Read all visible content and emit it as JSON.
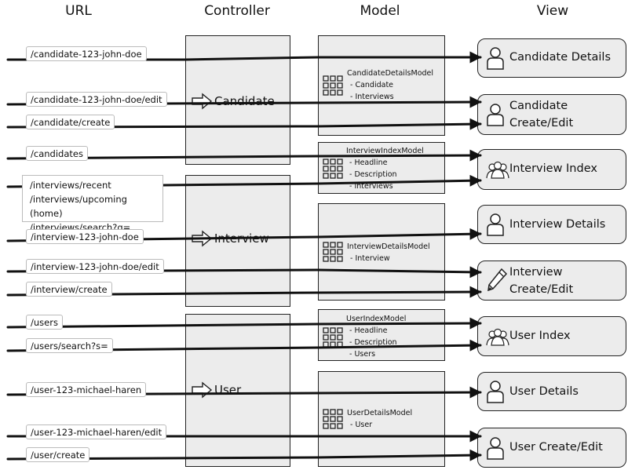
{
  "headers": {
    "url": "URL",
    "controller": "Controller",
    "model": "Model",
    "view": "View"
  },
  "urls": {
    "candidate_details": "/candidate-123-john-doe",
    "candidate_edit": "/candidate-123-john-doe/edit",
    "candidate_create": "/candidate/create",
    "candidates": "/candidates",
    "interviews_recent": "/interviews/recent",
    "interviews_upcoming": "/interviews/upcoming (home)",
    "interviews_search": "/interviews/search?q=",
    "interview_details": "/interview-123-john-doe",
    "interview_edit": "/interview-123-john-doe/edit",
    "interview_create": "/interview/create",
    "users": "/users",
    "users_search": "/users/search?s=",
    "user_details": "/user-123-michael-haren",
    "user_edit": "/user-123-michael-haren/edit",
    "user_create": "/user/create"
  },
  "controllers": {
    "candidate": "Candidate",
    "interview": "Interview",
    "user": "User"
  },
  "models": {
    "candidate_details": {
      "name": "CandidateDetailsModel",
      "fields": [
        "- Candidate",
        "- Interviews"
      ]
    },
    "interview_index": {
      "name": "InterviewIndexModel",
      "fields": [
        "- Headline",
        "- Description",
        "- Interviews"
      ]
    },
    "interview_details": {
      "name": "InterviewDetailsModel",
      "fields": [
        "- Interview"
      ]
    },
    "user_index": {
      "name": "UserIndexModel",
      "fields": [
        "- Headline",
        "- Description",
        "- Users"
      ]
    },
    "user_details": {
      "name": "UserDetailsModel",
      "fields": [
        "- User"
      ]
    }
  },
  "views": {
    "candidate_details": {
      "line1": "Candidate Details",
      "line2": "",
      "icon": "person-icon"
    },
    "candidate_create_edit": {
      "line1": "Candidate",
      "line2": "Create/Edit",
      "icon": "person-icon"
    },
    "interview_index": {
      "line1": "Interview Index",
      "line2": "",
      "icon": "people-group-icon"
    },
    "interview_details": {
      "line1": "Interview Details",
      "line2": "",
      "icon": "person-icon"
    },
    "interview_create_edit": {
      "line1": "Interview",
      "line2": "Create/Edit",
      "icon": "pencil-icon"
    },
    "user_index": {
      "line1": "User Index",
      "line2": "",
      "icon": "people-group-icon"
    },
    "user_details": {
      "line1": "User Details",
      "line2": "",
      "icon": "person-icon"
    },
    "user_create_edit": {
      "line1": "User Create/Edit",
      "line2": "",
      "icon": "person-icon"
    }
  },
  "colors": {
    "box_fill": "#ececec",
    "stroke": "#222222",
    "label_border": "#bbbbbb"
  }
}
